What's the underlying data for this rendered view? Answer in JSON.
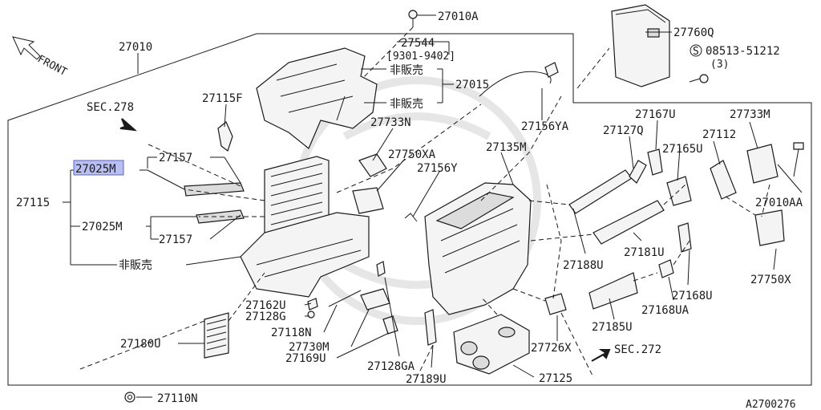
{
  "diagram": {
    "direction_label": "FRONT",
    "catalog_code": "A2700276",
    "parts": {
      "p27010A": "27010A",
      "p27010": "27010",
      "p27544": "27544",
      "p27544_range": "[9301-9402]",
      "p27760Q": "27760Q",
      "p08513": "08513-51212",
      "p08513_qty": "(3)",
      "not_for_sale_1": "非販売",
      "not_for_sale_2": "非販売",
      "not_for_sale_3": "非販売",
      "p27015": "27015",
      "sec278": "SEC.278",
      "p27115F": "27115F",
      "p27733N": "27733N",
      "p27156YA": "27156YA",
      "p27167U": "27167U",
      "p27733M": "27733M",
      "p27127Q": "27127Q",
      "p27112": "27112",
      "p27750XA": "27750XA",
      "p27135M": "27135M",
      "p27157a": "27157",
      "p27165U": "27165U",
      "p27156Y": "27156Y",
      "p27025M_a": "27025M",
      "p27115": "27115",
      "p27010AA": "27010AA",
      "p27025M_b": "27025M",
      "p27157b": "27157",
      "p27181U": "27181U",
      "p27188U": "27188U",
      "p27750X": "27750X",
      "p27168U": "27168U",
      "p27162U": "27162U",
      "p27128G": "27128G",
      "p27168UA": "27168UA",
      "p27118N": "27118N",
      "p27185U": "27185U",
      "p27180U": "27180U",
      "p27730M": "27730M",
      "p27726X": "27726X",
      "sec272": "SEC.272",
      "p27169U": "27169U",
      "p27128GA": "27128GA",
      "p27189U": "27189U",
      "p27125": "27125",
      "p27110N": "27110N"
    }
  }
}
